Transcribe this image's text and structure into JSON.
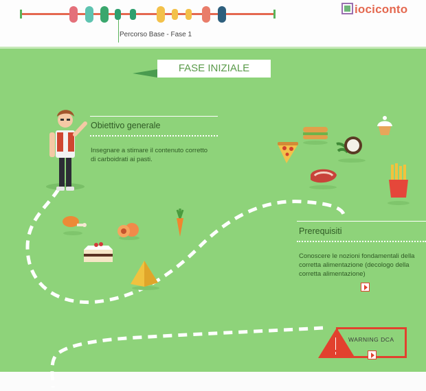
{
  "header": {
    "phase_label": "Percorso Base - Fase 1",
    "logo_text": "iociconto",
    "steps": [
      {
        "name": "step-1",
        "color": "#e4707a"
      },
      {
        "name": "step-2",
        "color": "#5ec3b0"
      },
      {
        "name": "step-3",
        "color": "#3aa76d"
      },
      {
        "name": "step-4",
        "color": "#2f9f6e"
      },
      {
        "name": "step-5",
        "color": "#2f9f6e"
      },
      {
        "name": "step-6",
        "color": "#f3c14a"
      },
      {
        "name": "step-7",
        "color": "#f3c14a"
      },
      {
        "name": "step-8",
        "color": "#f3c14a"
      },
      {
        "name": "step-9",
        "color": "#e97d6a"
      },
      {
        "name": "step-10",
        "color": "#2e5f7d"
      }
    ]
  },
  "main": {
    "phase_title": "FASE INIZIALE",
    "objective": {
      "heading": "Obiettivo generale",
      "text": "Insegnare a stimare il contenuto corretto di carboidrati ai pasti."
    },
    "prerequisites": {
      "heading": "Prerequisiti",
      "text": "Conoscere le nozioni fondamentali della corretta alimentazione (decologo della corretta alimentazione)"
    },
    "warning": {
      "label": "WARNING DCA"
    }
  },
  "icons": [
    "character-icon",
    "chicken-leg-icon",
    "peach-icon",
    "carrot-icon",
    "cake-icon",
    "polenta-icon",
    "sandwich-icon",
    "cupcake-icon",
    "pizza-slice-icon",
    "coconut-icon",
    "steak-icon",
    "fries-icon",
    "warning-icon"
  ]
}
